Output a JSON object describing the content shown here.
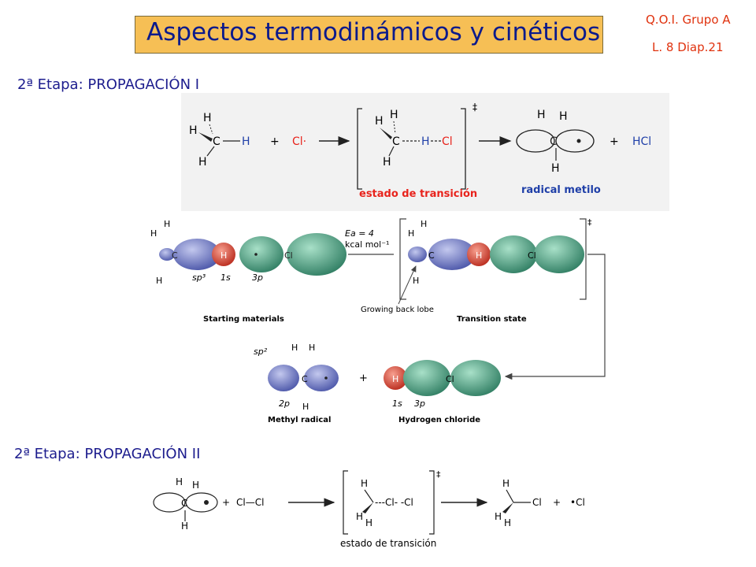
{
  "header": {
    "title": "Aspectos termodinámicos y cinéticos",
    "course": "Q.O.I. Grupo A",
    "slide_ref": "L. 8  Diap.21"
  },
  "stage1": {
    "label": "2ª Etapa: PROPAGACIÓN I",
    "scheme": {
      "h": "H",
      "c": "C",
      "plus": "+",
      "cl_radical": "Cl·",
      "ts_bonds": "C---H--Cl",
      "hcl": "HCl",
      "dagger": "‡",
      "ts_caption": "estado de transición",
      "radical_caption": "radical metilo"
    },
    "orbital_diagram": {
      "ea_line1": "Ea = 4",
      "ea_line2": "kcal mol⁻¹",
      "sp3": "sp³",
      "s1": "1s",
      "p3": "3p",
      "sp2": "sp²",
      "p2": "2p",
      "cl": "Cl",
      "growing_back_lobe": "Growing back lobe",
      "starting_materials": "Starting materials",
      "transition_state": "Transition state",
      "methyl_radical": "Methyl radical",
      "hydrogen_chloride": "Hydrogen chloride"
    }
  },
  "stage2": {
    "label": "2ª Etapa: PROPAGACIÓN II",
    "scheme": {
      "h": "H",
      "c": "C",
      "plus": "+",
      "cl2": "Cl—Cl",
      "ts_bonds": "---Cl- -Cl",
      "product_cl": "Cl",
      "cl_radical": "•Cl",
      "dagger": "‡",
      "ts_caption": "estado de transición"
    }
  },
  "colors": {
    "title_bg": "#f6bf55",
    "title_text": "#0b1a8c",
    "ref_text": "#e0320e",
    "stage_text": "#1d1d8e",
    "cl_red": "#e8231c",
    "h_blue": "#1f3fa8",
    "orbital_blue": "#7c85c8",
    "orbital_green": "#4fa888",
    "orbital_red": "#d64030"
  }
}
